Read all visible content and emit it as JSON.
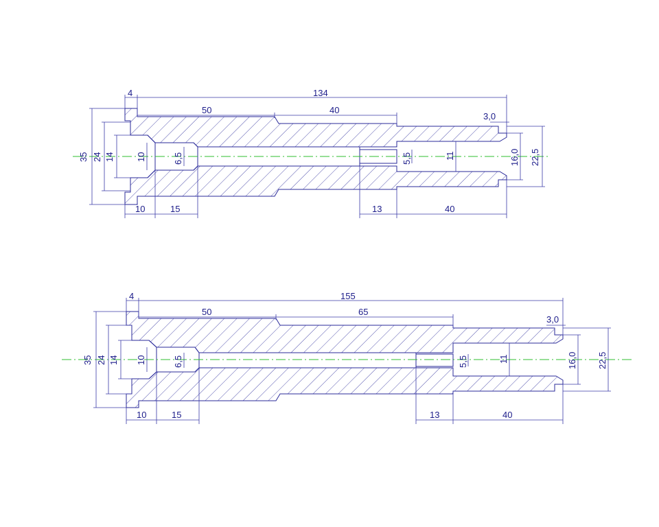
{
  "colors": {
    "outline": "#2a2a9a",
    "dimension": "#3a3aa8",
    "text": "#1c1c8a",
    "centerline": "#2fbf2f",
    "background": "#ffffff"
  },
  "drawing_top": {
    "overall_length": "134",
    "flange_thickness": "4",
    "segment_1": "50",
    "segment_2": "40",
    "chamfer": "3,0",
    "dia_flange": "35",
    "dia_head": "24",
    "dia_counterbore": "14",
    "dia_bore_10": "10",
    "dia_bore_6_5": "6,5",
    "dia_bore_5_5": "5,5",
    "dia_bore_11": "11",
    "dia_tip": "16,0",
    "dia_body": "22,5",
    "depth_10": "10",
    "depth_15": "15",
    "depth_13": "13",
    "depth_40": "40"
  },
  "drawing_bottom": {
    "overall_length": "155",
    "flange_thickness": "4",
    "segment_1": "50",
    "segment_2": "65",
    "chamfer": "3,0",
    "dia_flange": "35",
    "dia_head": "24",
    "dia_counterbore": "14",
    "dia_bore_10": "10",
    "dia_bore_6_5": "6,5",
    "dia_bore_5_5": "5,5",
    "dia_bore_11": "11",
    "dia_tip": "16,0",
    "dia_body": "22,5",
    "depth_10": "10",
    "depth_15": "15",
    "depth_13": "13",
    "depth_40": "40"
  }
}
